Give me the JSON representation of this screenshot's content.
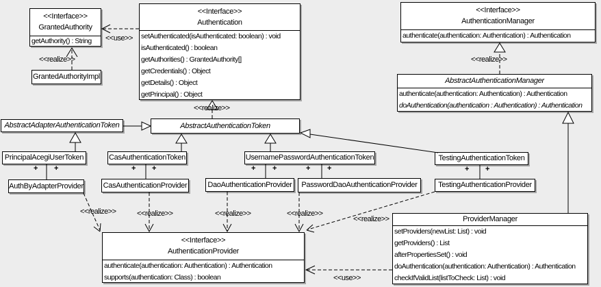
{
  "diagram": {
    "stereotype_interface": "<<Interface>>",
    "label_use": "<<use>>",
    "label_realize": "<<realize>>",
    "plus": "+",
    "colors": {
      "background": "#ededed",
      "box_fill": "#ffffff",
      "box_border": "#000000",
      "box_shadow": "#a6a6a6",
      "text": "#000000"
    },
    "classes": {
      "granted_authority": {
        "stereotype": "<<Interface>>",
        "name": "GrantedAuthority",
        "methods": [
          "getAuthority() : String"
        ]
      },
      "granted_authority_impl": {
        "name": "GrantedAuthorityImpl"
      },
      "authentication": {
        "stereotype": "<<Interface>>",
        "name": "Authentication",
        "methods": [
          "setAuthenticated(isAuthenticated: boolean) : void",
          "isAuthenticated() : boolean",
          "getAuthorities() : GrantedAuthority[]",
          "getCredentials() : Object",
          "getDetails() : Object",
          "getPrincipal() : Object"
        ]
      },
      "authentication_manager": {
        "stereotype": "<<Interface>>",
        "name": "AuthenticationManager",
        "methods": [
          "authenticate(authentication: Authentication) : Authentication"
        ]
      },
      "abstract_authentication_manager": {
        "name": "AbstractAuthenticationManager",
        "methods": [
          "authenticate(authentication: Authentication) : Authentication",
          "doAuthentication(authentication : Authentication) : Authentication"
        ]
      },
      "abstract_adapter_authentication_token": {
        "name": "AbstractAdapterAuthenticationToken"
      },
      "abstract_authentication_token": {
        "name": "AbstractAuthenticationToken"
      },
      "principal_acegi_user_token": {
        "name": "PrincipalAcegiUserToken"
      },
      "cas_authentication_token": {
        "name": "CasAuthenticationToken"
      },
      "username_password_authentication_token": {
        "name": "UsernamePasswordAuthenticationToken"
      },
      "testing_authentication_token": {
        "name": "TestingAuthenticationToken"
      },
      "auth_by_adapter_provider": {
        "name": "AuthByAdapterProvider"
      },
      "cas_authentication_provider": {
        "name": "CasAuthenticationProvider"
      },
      "dao_authentication_provider": {
        "name": "DaoAuthenticationProvider"
      },
      "password_dao_authentication_provider": {
        "name": "PasswordDaoAuthenticationProvider"
      },
      "testing_authentication_provider": {
        "name": "TestingAuthenticationProvider"
      },
      "authentication_provider": {
        "stereotype": "<<Interface>>",
        "name": "AuthenticationProvider",
        "methods": [
          "authenticate(authentication: Authentication) : Authentication",
          "supports(authentication: Class) : boolean"
        ]
      },
      "provider_manager": {
        "name": "ProviderManager",
        "methods": [
          "setProviders(newList: List) : void",
          "getProviders() : List",
          "afterPropertiesSet() : void",
          "doAuthentication(authentication: Authentication) : Authentication",
          "checkIfValidList(listToCheck: List) : void"
        ]
      }
    }
  }
}
